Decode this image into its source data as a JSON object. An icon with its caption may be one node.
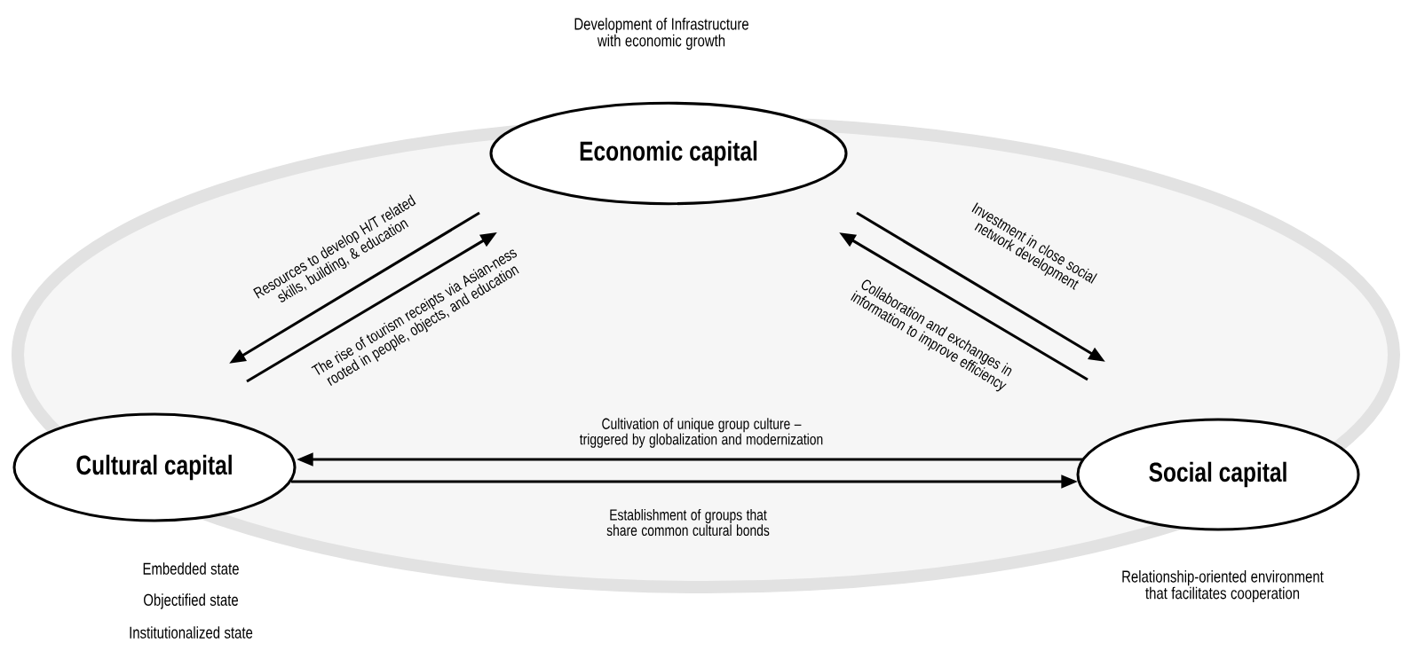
{
  "diagram": {
    "nodes": [
      {
        "text": [
          "Economic capital"
        ],
        "beside": [
          "Development of Infrastructure with economic growth"
        ]
      },
      {
        "text": [
          "Cultural capital"
        ],
        "beside": [
          "Embedded state",
          "Objectified state",
          "Institutionalized state"
        ]
      },
      {
        "text": [
          "Social capital"
        ],
        "beside": [
          "Relationship-oriented environment that facilitates cooperation"
        ]
      }
    ],
    "edges": [
      {
        "from": 0,
        "to": 1,
        "arrow": "to",
        "label": "Resources to develop H/T related skills, building, & education"
      },
      {
        "from": 1,
        "to": 0,
        "arrow": "to",
        "label": "The rise of tourism receipts via Asian-ness rooted in people, objects, and education"
      },
      {
        "from": 0,
        "to": 2,
        "arrow": "to",
        "label": "Investment in close social network development"
      },
      {
        "from": 2,
        "to": 0,
        "arrow": "to",
        "label": "Collaboration and exchanges in information to improve efficiency"
      },
      {
        "from": 2,
        "to": 1,
        "arrow": "to",
        "label": "Cultivation of unique group culture – triggered by globalization and modernization"
      },
      {
        "from": 1,
        "to": 2,
        "arrow": "to",
        "label": "Establishment of groups that share common cultural bonds"
      }
    ]
  }
}
